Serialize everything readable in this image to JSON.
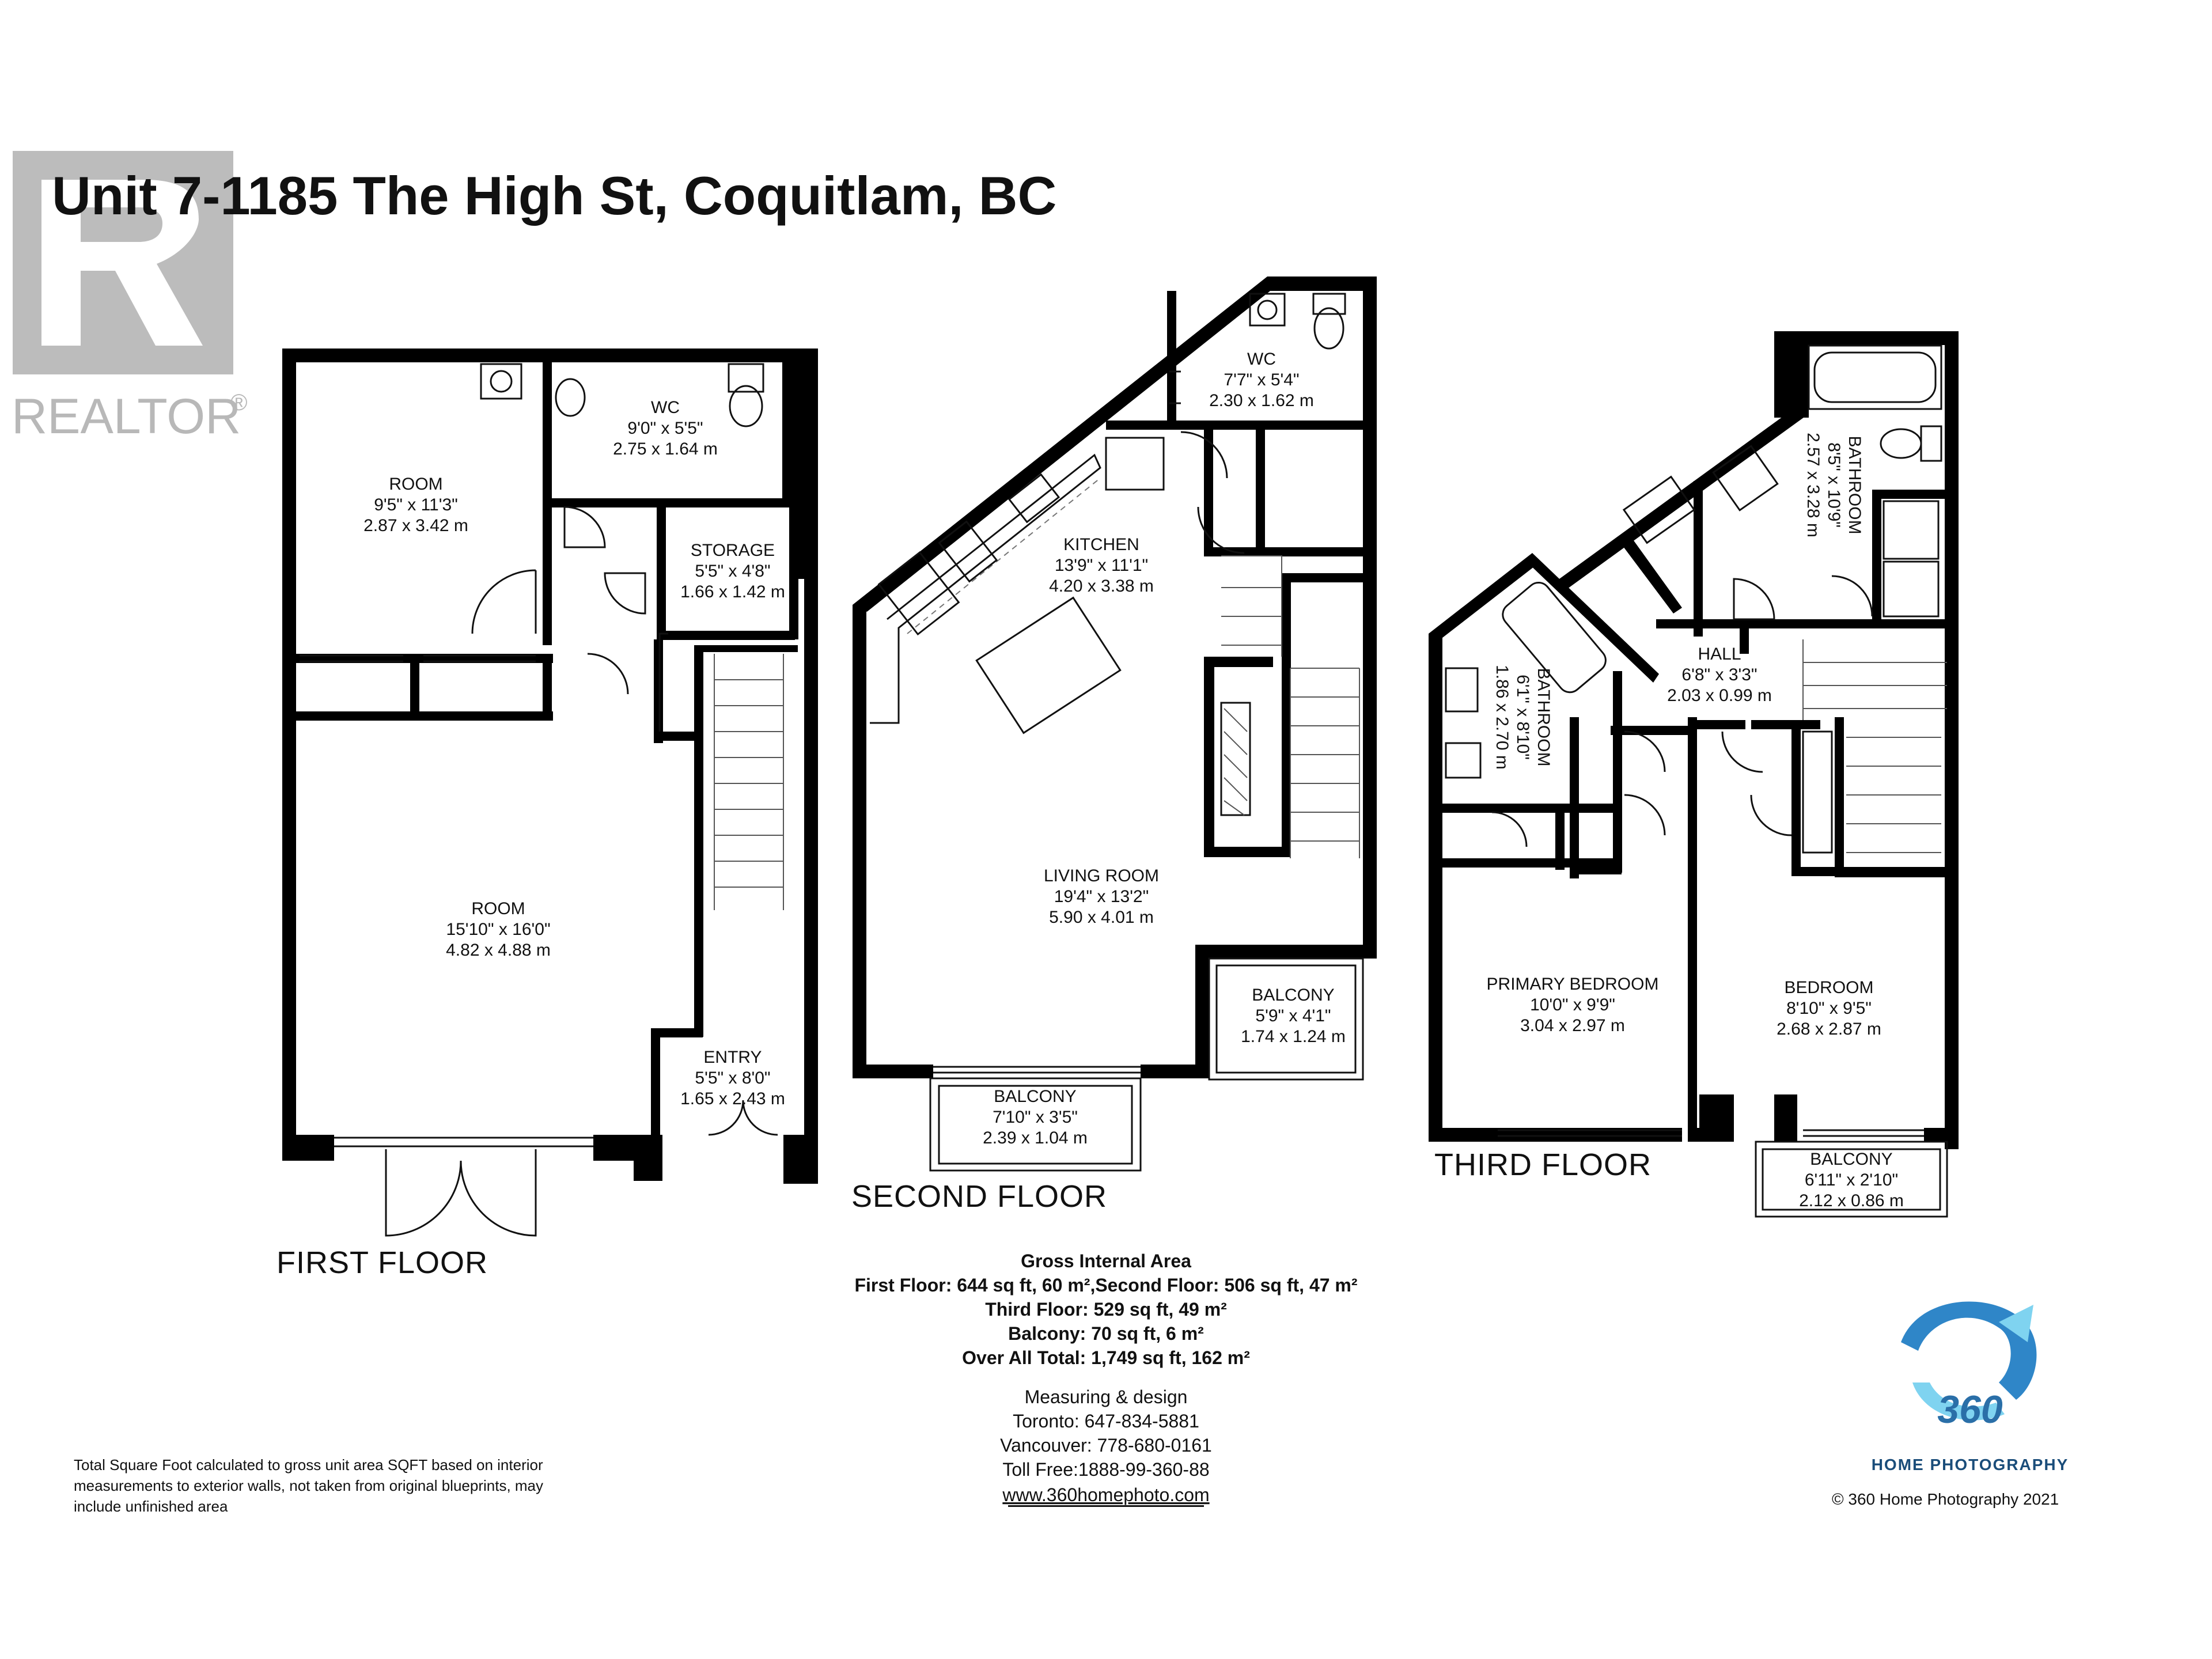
{
  "header": {
    "title": "Unit 7-1185 The High St, Coquitlam, BC",
    "brand": "REALTOR",
    "brand_mark": "®"
  },
  "floors": {
    "first": {
      "label": "FIRST FLOOR",
      "rooms": [
        {
          "name": "ROOM",
          "imperial": "9'5\" x 11'3\"",
          "metric": "2.87 x 3.42 m"
        },
        {
          "name": "WC",
          "imperial": "9'0\" x 5'5\"",
          "metric": "2.75 x 1.64 m"
        },
        {
          "name": "STORAGE",
          "imperial": "5'5\" x 4'8\"",
          "metric": "1.66 x 1.42 m"
        },
        {
          "name": "ROOM",
          "imperial": "15'10\" x 16'0\"",
          "metric": "4.82 x 4.88 m"
        },
        {
          "name": "ENTRY",
          "imperial": "5'5\" x 8'0\"",
          "metric": "1.65 x 2.43 m"
        }
      ]
    },
    "second": {
      "label": "SECOND FLOOR",
      "rooms": [
        {
          "name": "WC",
          "imperial": "7'7\" x 5'4\"",
          "metric": "2.30 x 1.62 m"
        },
        {
          "name": "KITCHEN",
          "imperial": "13'9\" x 11'1\"",
          "metric": "4.20 x 3.38 m"
        },
        {
          "name": "LIVING ROOM",
          "imperial": "19'4\" x 13'2\"",
          "metric": "5.90 x 4.01 m"
        },
        {
          "name": "BALCONY",
          "imperial": "5'9\" x 4'1\"",
          "metric": "1.74 x 1.24 m"
        },
        {
          "name": "BALCONY",
          "imperial": "7'10\" x 3'5\"",
          "metric": "2.39 x 1.04 m"
        }
      ]
    },
    "third": {
      "label": "THIRD FLOOR",
      "rooms": [
        {
          "name": "BATHROOM",
          "imperial": "8'5\" x 10'9\"",
          "metric": "2.57 x 3.28 m"
        },
        {
          "name": "BATHROOM",
          "imperial": "6'1\" x 8'10\"",
          "metric": "1.86 x 2.70 m"
        },
        {
          "name": "HALL",
          "imperial": "6'8\" x 3'3\"",
          "metric": "2.03 x 0.99 m"
        },
        {
          "name": "PRIMARY BEDROOM",
          "imperial": "10'0\" x 9'9\"",
          "metric": "3.04 x 2.97 m"
        },
        {
          "name": "BEDROOM",
          "imperial": "8'10\" x 9'5\"",
          "metric": "2.68 x 2.87 m"
        },
        {
          "name": "BALCONY",
          "imperial": "6'11\" x 2'10\"",
          "metric": "2.12 x 0.86 m"
        }
      ]
    }
  },
  "gross_area": {
    "heading": "Gross Internal Area",
    "lines": [
      "First Floor: 644 sq ft, 60 m²,Second Floor: 506 sq ft, 47 m²",
      "Third Floor: 529 sq ft, 49 m²",
      "Balcony: 70 sq ft, 6 m²",
      "Over All Total: 1,749 sq ft, 162 m²"
    ]
  },
  "contact": {
    "lines": [
      "Measuring & design",
      "Toronto: 647-834-5881",
      "Vancouver: 778-680-0161",
      "Toll Free:1888-99-360-88"
    ],
    "website": "www.360homephoto.com"
  },
  "disclaimer": {
    "lines": [
      "Total Square Foot calculated to gross unit area SQFT based on interior",
      "measurements to exterior walls, not taken from original blueprints, may",
      "include unfinished area"
    ]
  },
  "logo": {
    "mark": "360",
    "name": "HOME PHOTOGRAPHY",
    "copyright": "© 360 Home Photography 2021"
  },
  "colors": {
    "wall": "#000000",
    "realtor_logo": "#bcbcbc",
    "logo_blue": "#2f86c8",
    "logo_cyan": "#7fd3f0"
  }
}
